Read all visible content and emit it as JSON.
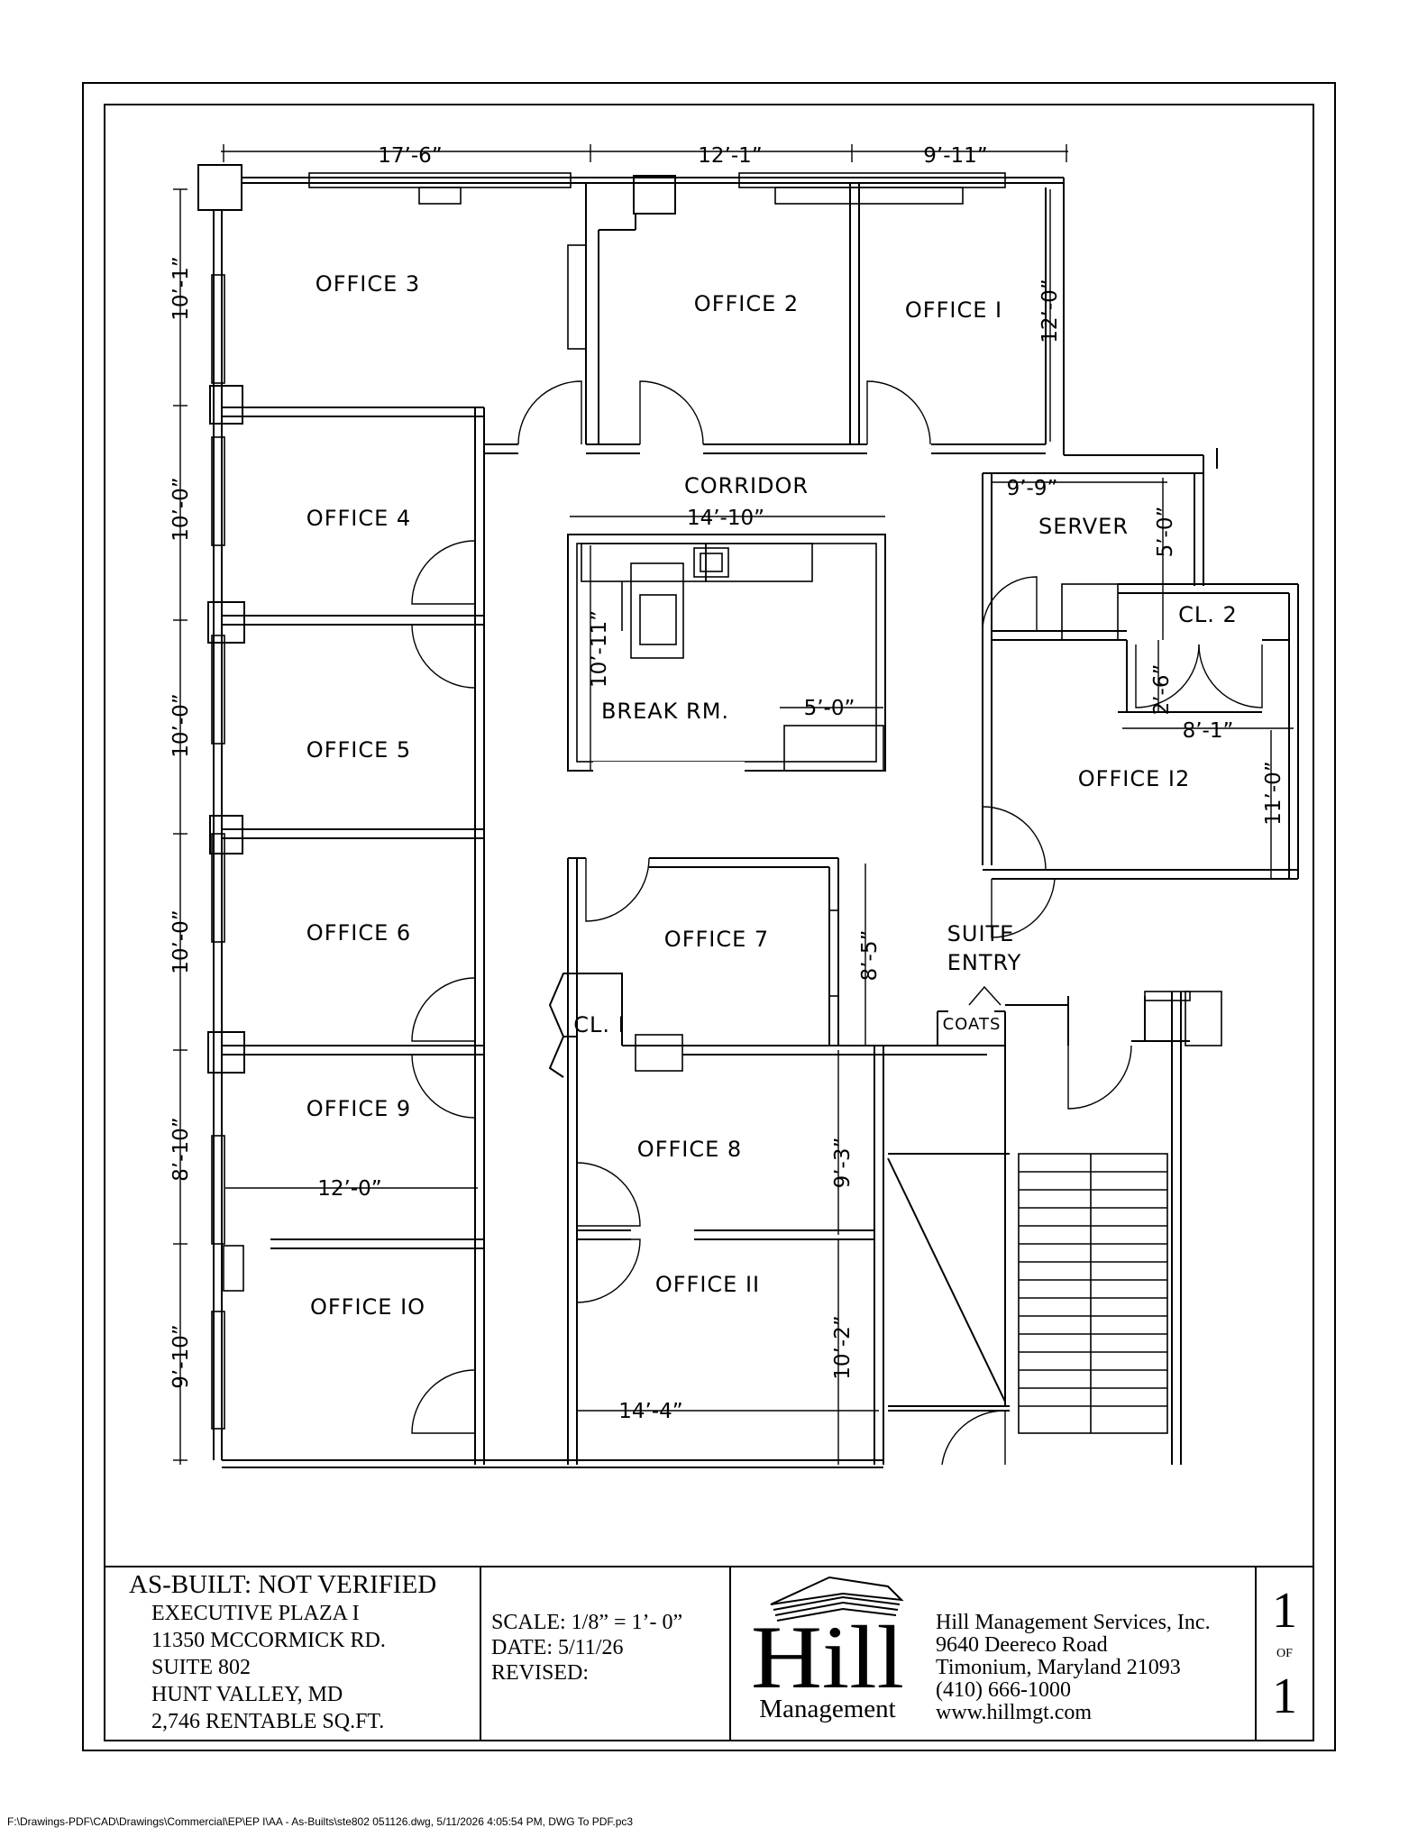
{
  "rooms": {
    "office3": "OFFICE 3",
    "office2": "OFFICE 2",
    "office1": "OFFICE I",
    "office4": "OFFICE 4",
    "office5": "OFFICE 5",
    "office6": "OFFICE 6",
    "office9": "OFFICE 9",
    "office10": "OFFICE IO",
    "office7": "OFFICE 7",
    "office8": "OFFICE 8",
    "office11": "OFFICE II",
    "office12": "OFFICE I2",
    "corridor": "CORRIDOR",
    "break_room": "BREAK RM.",
    "server": "SERVER",
    "closet1": "CL. I",
    "closet2": "CL. 2",
    "suite_entry_1": "SUITE",
    "suite_entry_2": "ENTRY",
    "coats": "COATS"
  },
  "dimensions": {
    "top_office3": "17’-6”",
    "top_office2": "12’-1”",
    "top_office1": "9’-11”",
    "office1_depth": "12’-0”",
    "left_office3": "10’-1”",
    "left_office4": "10’-0”",
    "left_office5": "10’-0”",
    "left_office6": "10’-0”",
    "left_office9": "8’-10”",
    "left_office10": "9’-10”",
    "office9_width": "12’-0”",
    "break_width": "14’-10”",
    "break_depth": "10’-11”",
    "break_counter": "5’-0”",
    "server_width": "9’-9”",
    "server_depth": "5’-0”",
    "closet2_depth": "2’-6”",
    "office12_width": "8’-1”",
    "office12_depth": "11’-0”",
    "office7_depth": "8’-5”",
    "office8_depth": "9’-3”",
    "office11_depth": "10’-2”",
    "office11_width": "14’-4”"
  },
  "title_block": {
    "status": "AS-BUILT: NOT VERIFIED",
    "building": "EXECUTIVE PLAZA I",
    "street": "11350 MCCORMICK RD.",
    "suite": "SUITE 802",
    "city": "HUNT VALLEY, MD",
    "area": "2,746 RENTABLE SQ.FT.",
    "scale": "SCALE: 1/8” = 1’- 0”",
    "date": "DATE: 5/11/26",
    "revised": "REVISED:",
    "logo_word": "Hill",
    "logo_sub": "Management",
    "company": "Hill Management Services, Inc.",
    "company_street": "9640 Deereco Road",
    "company_city": "Timonium, Maryland  21093",
    "phone": "(410) 666-1000",
    "website": "www.hillmgt.com",
    "sheet_no": "1",
    "sheet_of": "OF",
    "sheet_total": "1"
  },
  "footer_path": "F:\\Drawings-PDF\\CAD\\Drawings\\Commercial\\EP\\EP I\\AA - As-Builts\\ste802 051126.dwg, 5/11/2026 4:05:54 PM, DWG To PDF.pc3"
}
